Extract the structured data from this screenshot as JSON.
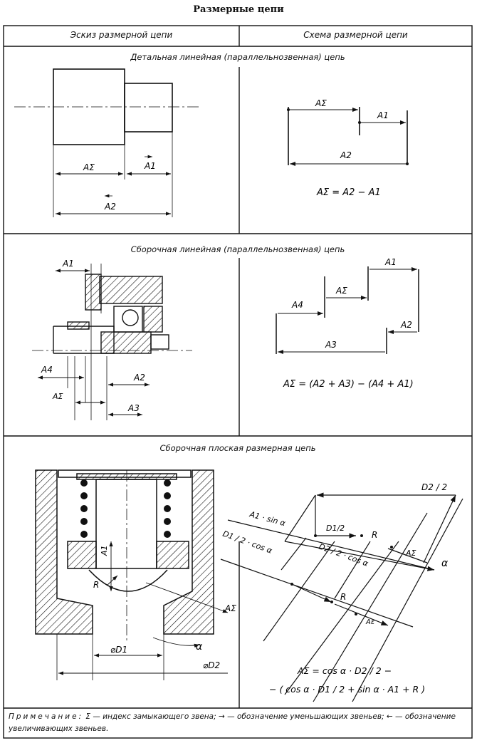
{
  "page_title": "Размерные цепи",
  "header": {
    "col_left": "Эскиз размерной цепи",
    "col_right": "Схема размерной цепи"
  },
  "sections": [
    {
      "title": "Детальная линейная (параллельнозвенная) цепь"
    },
    {
      "title": "Сборочная линейная (параллельнозвенная) цепь"
    },
    {
      "title": "Сборочная плоская размерная цепь"
    }
  ],
  "labels": {
    "A_sigma": "AΣ",
    "A1": "A1",
    "A2": "A2",
    "A3": "A3",
    "A4": "A4",
    "R": "R",
    "D1": "⌀D1",
    "D2": "⌀D2",
    "alpha": "α",
    "D2_half": "D2 / 2",
    "D1_half": "D1/2",
    "A1_sin": "A1 · sin α",
    "D1_half_cos": "D1 / 2 · cos α",
    "D2_half_cos": "D2 / 2 · cos α",
    "A_small_sigma": "Aε"
  },
  "formulas": {
    "f1": "AΣ = A2 − A1",
    "f2": "AΣ = (A2 + A3) − (A4 + A1)",
    "f3_line1": "AΣ = cos α · D2 / 2 −",
    "f3_line2": "− ( cos α · D1 / 2 + sin α · A1 + R )"
  },
  "note": {
    "prefix": "Примечание:",
    "text": " Σ — индекс замыкающего звена; → — обозначение уменьшающих звеньев; ← — обозначение увеличивающих звеньев."
  }
}
